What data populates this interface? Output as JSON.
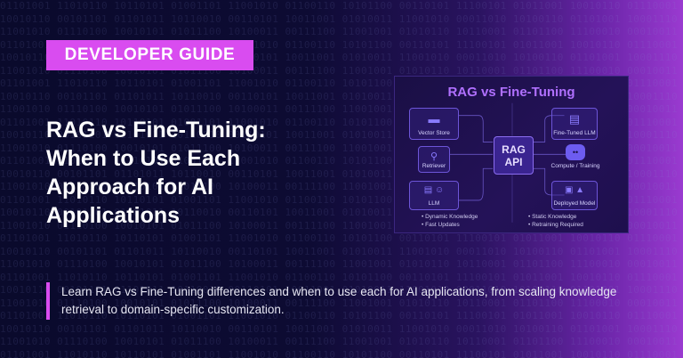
{
  "background": {
    "binary_rows": [
      "01101001 11010110 10110101 01001101 11001010 01100110 10101100 00110101 11100101 01011001 10010110 01110001 10100110 00111011",
      "10010110 00101101 01101011 10110010 00110101 10011001 01010011 11001010 00011010 10100110 01101001 10001110 01011001 11000100",
      "11001010 01110100 10010101 01011100 10100011 00111100 11001001 01010110 10110001 01101100 11100010 00010011 11010010 01001101"
    ]
  },
  "badge": {
    "label": "DEVELOPER GUIDE",
    "color": "#d94cf0"
  },
  "title": "RAG vs Fine-Tuning: When to Use Each Approach for AI Applications",
  "description": "Learn RAG vs Fine-Tuning differences and when to use each for AI applications, from scaling knowledge retrieval to domain-specific customization.",
  "diagram": {
    "title": "RAG vs Fine-Tuning",
    "center": {
      "line1": "RAG",
      "line2": "API"
    },
    "left_nodes": [
      {
        "label": "Vector Store",
        "icon": "folder-icon"
      },
      {
        "label": "Retriever",
        "icon": "search-icon"
      },
      {
        "label": "LLM",
        "icon": "document-user-icon"
      }
    ],
    "right_nodes": [
      {
        "label": "Fine-Tuned LLM",
        "icon": "document-icon"
      },
      {
        "label": "Compute / Training",
        "icon": "robot-icon"
      },
      {
        "label": "Deployed Model",
        "icon": "chip-rocket-icon"
      }
    ],
    "left_bullets": [
      "Dynamic Knowledge",
      "Fast Updates"
    ],
    "right_bullets": [
      "Static Knowledge",
      "Retraining Required"
    ]
  }
}
